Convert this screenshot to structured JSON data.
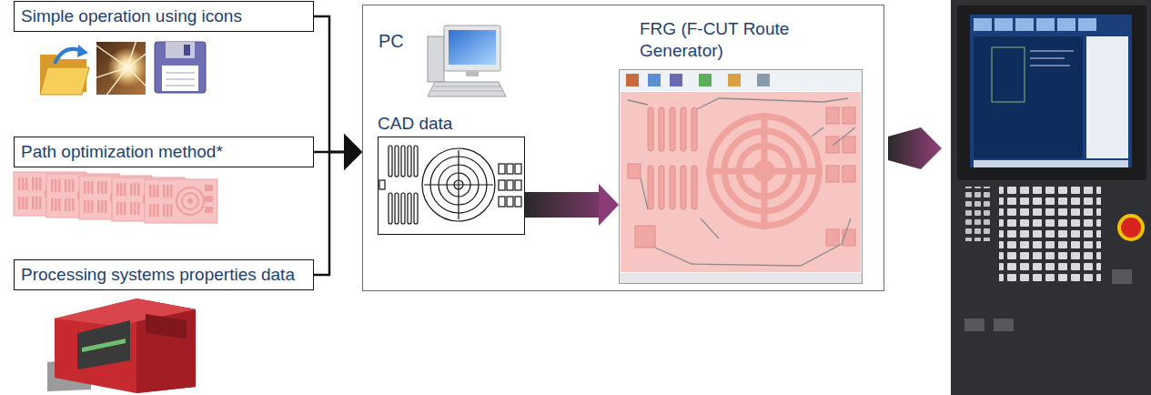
{
  "diagram": {
    "nodes": [
      {
        "text": [
          "Simple operation using icons"
        ]
      },
      {
        "text": [
          "Path optimization method*"
        ]
      },
      {
        "text": [
          "Processing systems properties data"
        ]
      },
      {
        "text": [
          "PC"
        ]
      },
      {
        "text": [
          "CAD data"
        ],
        "in": 3
      },
      {
        "text": [
          "FRG (F-CUT Route Generator)"
        ],
        "in": 3
      }
    ],
    "edges": [
      {
        "from": 0,
        "to": 3,
        "arrow": "to"
      },
      {
        "from": 1,
        "to": 3,
        "arrow": "to"
      },
      {
        "from": 2,
        "to": 3,
        "arrow": "to"
      },
      {
        "from": 4,
        "to": 5,
        "arrow": "to"
      }
    ]
  }
}
